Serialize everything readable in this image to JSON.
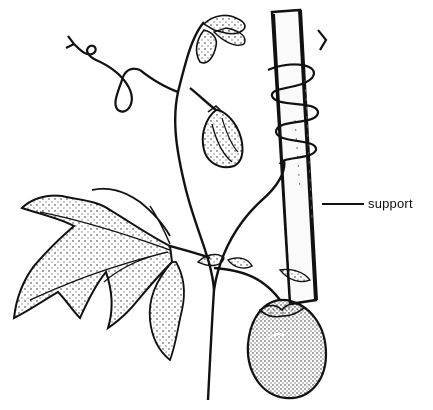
{
  "diagram": {
    "labels": {
      "support": "support"
    },
    "parts": [
      "support-pole",
      "tendril-coil",
      "stem",
      "leaf",
      "flower-bud",
      "fruit",
      "leaf-bract"
    ],
    "colors": {
      "ink": "#111111",
      "background": "#ffffff"
    }
  }
}
